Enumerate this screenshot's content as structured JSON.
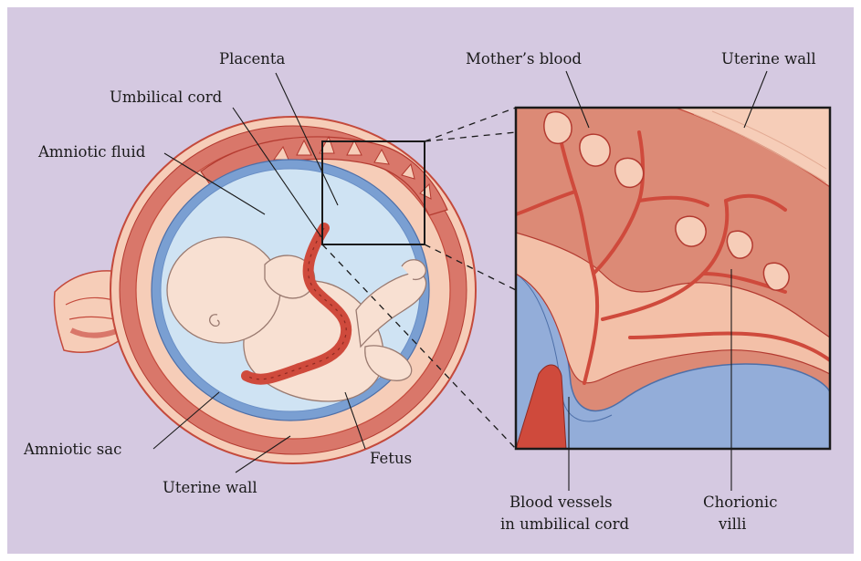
{
  "colors": {
    "background": "#d5c9e1",
    "uterine_wall": "#d9776a",
    "uterine_wall_light": "#f6cdb8",
    "mother_blood": "#dc8a76",
    "blood_vessel": "#cf4a3c",
    "vessel_outline": "#b33a30",
    "amniotic_sac": "#7a9fd2",
    "amniotic_fluid": "#cfe3f3",
    "fetus_skin": "#f8e0d2",
    "fetus_outline": "#9a7a70",
    "umbilical_region": "#93add9"
  },
  "labels": {
    "placenta": "Placenta",
    "umbilical_cord": "Umbilical cord",
    "amniotic_fluid": "Amniotic fluid",
    "amniotic_sac": "Amniotic sac",
    "uterine_wall_left": "Uterine wall",
    "fetus": "Fetus",
    "mothers_blood": "Mother’s blood",
    "uterine_wall_right": "Uterine wall",
    "blood_vessels_line1": "Blood vessels",
    "blood_vessels_line2": "in umbilical cord",
    "chorionic_line1": "Chorionic",
    "chorionic_line2": "villi"
  }
}
